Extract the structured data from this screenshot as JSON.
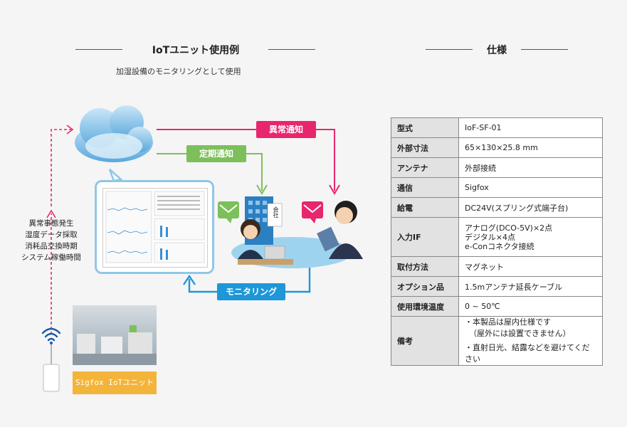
{
  "left": {
    "title": "IoTユニット使用例",
    "subtitle": "加湿設備のモニタリングとして使用",
    "labels": {
      "anomaly": "異常通知",
      "regular": "定期通知",
      "monitoring": "モニタリング",
      "company_sign": "会社",
      "unit_badge": "Sigfox IoTユニット"
    },
    "side_items": [
      "異常事態発生",
      "湿度データ採取",
      "消耗品交換時期",
      "システム稼働時間"
    ]
  },
  "right": {
    "title": "仕様",
    "rows": [
      {
        "key": "型式",
        "value": "IoF-SF-01"
      },
      {
        "key": "外部寸法",
        "value": "65×130×25.8 mm"
      },
      {
        "key": "アンテナ",
        "value": "外部接続"
      },
      {
        "key": "通信",
        "value": "Sigfox"
      },
      {
        "key": "給電",
        "value": "DC24V(スプリング式端子台)"
      },
      {
        "key": "入力IF",
        "lines": [
          "アナログ(DCO-5V)×2点",
          "デジタル×4点",
          "e-Conコネクタ接続"
        ]
      },
      {
        "key": "取付方法",
        "value": "マグネット"
      },
      {
        "key": "オプション品",
        "value": "1.5mアンテナ延長ケーブル"
      },
      {
        "key": "使用環境温度",
        "value": "0 ~ 50℃"
      },
      {
        "key": "備考",
        "lines": [
          "・本製品は屋内仕様です",
          "（屋外には設置できません）",
          "・直射日光、結露などを避けてください"
        ]
      }
    ]
  },
  "colors": {
    "anomaly": "#e8266e",
    "regular": "#7dbf5a",
    "monitoring": "#1e96d8",
    "unit_badge": "#f3b43a"
  }
}
